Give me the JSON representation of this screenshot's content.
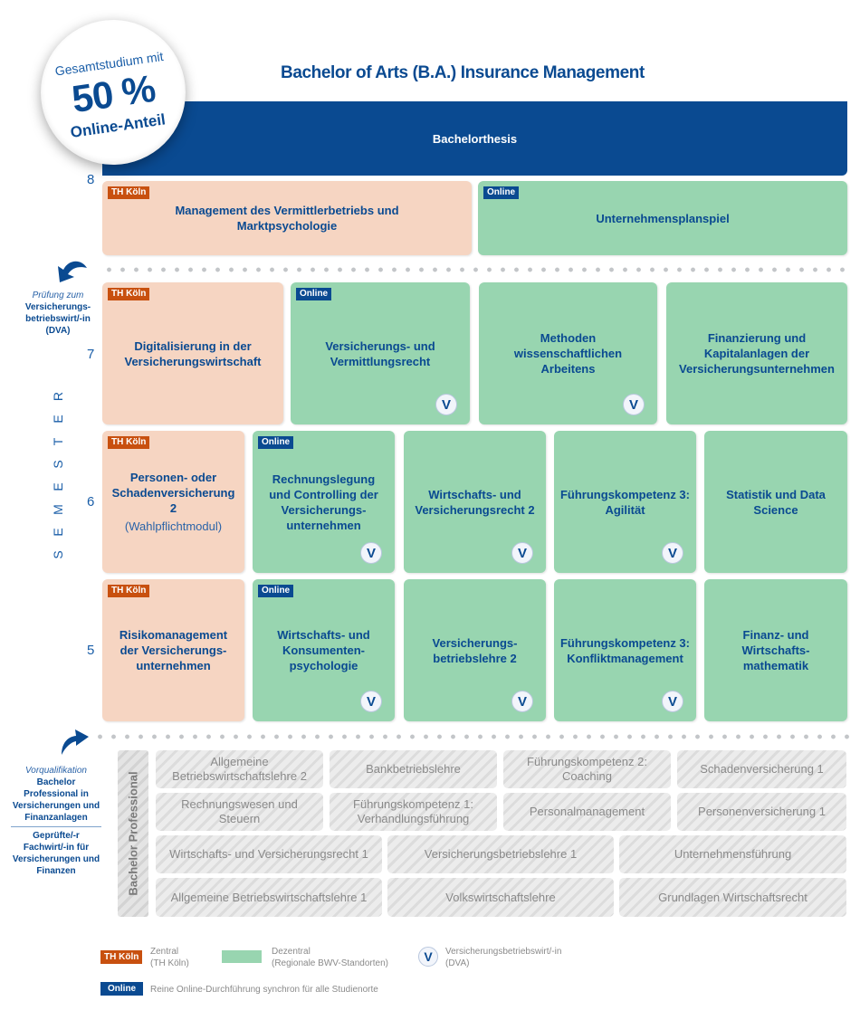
{
  "title": "Bachelor of Arts (B.A.) Insurance Management",
  "badge": {
    "top": "Gesamtstudium mit",
    "percent": "50 %",
    "bottom": "Online-Anteil"
  },
  "thesis": {
    "label": "Bachelorthesis"
  },
  "colors": {
    "brand_blue": "#0a4a91",
    "th_koeln_tag": "#c8500f",
    "th_koeln_module": "#f6d5c2",
    "dezentral_module": "#98d5b0",
    "previous_module": "#e4e4e4"
  },
  "tags": {
    "th": "TH Köln",
    "online": "Online"
  },
  "v_mark": "V",
  "semester_axis": {
    "letters": [
      "S",
      "E",
      "M",
      "E",
      "S",
      "T",
      "E",
      "R"
    ]
  },
  "semesters": [
    {
      "number": "8",
      "modules": [
        {
          "title": "Management des Vermittlerbetriebs und Marktpsychologie",
          "type": "th",
          "tag": "TH Köln",
          "v": false
        },
        {
          "title": "Unternehmensplanspiel",
          "type": "dezentral",
          "tag": "Online",
          "v": false
        }
      ]
    },
    {
      "number": "7",
      "modules": [
        {
          "title": "Digitalisierung in der Versicherungswirtschaft",
          "type": "th",
          "tag": "TH Köln",
          "v": false
        },
        {
          "title": "Versicherungs- und Vermittlungsrecht",
          "type": "dezentral",
          "tag": "Online",
          "v": true
        },
        {
          "title": "Methoden wissenschaftlichen Arbeitens",
          "type": "dezentral",
          "tag": "",
          "v": true
        },
        {
          "title": "Finanzierung und Kapitalanlagen der Versicherungsunternehmen",
          "type": "dezentral",
          "tag": "",
          "v": false
        }
      ]
    },
    {
      "number": "6",
      "modules": [
        {
          "title": "Personen- oder Schadenversicherung 2",
          "subtitle": "(Wahlpflichtmodul)",
          "type": "th",
          "tag": "TH Köln",
          "v": false
        },
        {
          "title": "Rechnungslegung und Controlling der Versicherungs-unternehmen",
          "type": "dezentral",
          "tag": "Online",
          "v": true
        },
        {
          "title": "Wirtschafts- und Versicherungsrecht 2",
          "type": "dezentral",
          "tag": "",
          "v": true
        },
        {
          "title": "Führungskompetenz 3: Agilität",
          "type": "dezentral",
          "tag": "",
          "v": true
        },
        {
          "title": "Statistik und Data Science",
          "type": "dezentral",
          "tag": "",
          "v": false
        }
      ]
    },
    {
      "number": "5",
      "modules": [
        {
          "title": "Risikomanagement der Versicherungs-unternehmen",
          "type": "th",
          "tag": "TH Köln",
          "v": false
        },
        {
          "title": "Wirtschafts- und Konsumenten-psychologie",
          "type": "dezentral",
          "tag": "Online",
          "v": true
        },
        {
          "title": "Versicherungs-betriebslehre 2",
          "type": "dezentral",
          "tag": "",
          "v": true
        },
        {
          "title": "Führungskompetenz 3: Konfliktmanagement",
          "type": "dezentral",
          "tag": "",
          "v": true
        },
        {
          "title": "Finanz- und Wirtschafts-mathematik",
          "type": "dezentral",
          "tag": "",
          "v": false
        }
      ]
    }
  ],
  "exam_note": {
    "italic": "Prüfung zum",
    "bold": "Versicherungs-betriebswirt/-in (DVA)"
  },
  "prequal_note": {
    "italic": "Vorqualifikation",
    "bold1": "Bachelor Professional in Versicherungen und Finanzanlagen",
    "bold2": "Geprüfte/-r Fachwirt/-in für Versicherungen und Finanzen"
  },
  "bachelor_professional": {
    "label": "Bachelor Professional",
    "rows": [
      [
        "Allgemeine Betriebswirtschaftslehre 2",
        "Bankbetriebslehre",
        "Führungskompetenz 2: Coaching",
        "Schadenversicherung 1"
      ],
      [
        "Rechnungswesen und Steuern",
        "Führungskompetenz 1: Verhandlungsführung",
        "Personalmanagement",
        "Personenversicherung 1"
      ],
      [
        "Wirtschafts- und Versicherungsrecht 1",
        "Versicherungsbetriebslehre 1",
        "Unternehmensführung"
      ],
      [
        "Allgemeine Betriebswirtschaftslehre 1",
        "Volkswirtschaftslehre",
        "Grundlagen Wirtschaftsrecht"
      ]
    ]
  },
  "legend": {
    "th": {
      "tag": "TH Köln",
      "line1": "Zentral",
      "line2": "(TH Köln)"
    },
    "dezentral": {
      "line1": "Dezentral",
      "line2": "(Regionale BWV-Standorten)"
    },
    "v": {
      "mark": "V",
      "line1": "Versicherungsbetriebswirt/-in",
      "line2": "(DVA)"
    },
    "online": {
      "tag": "Online",
      "text": "Reine Online-Durchführung synchron für alle Studienorte"
    }
  }
}
